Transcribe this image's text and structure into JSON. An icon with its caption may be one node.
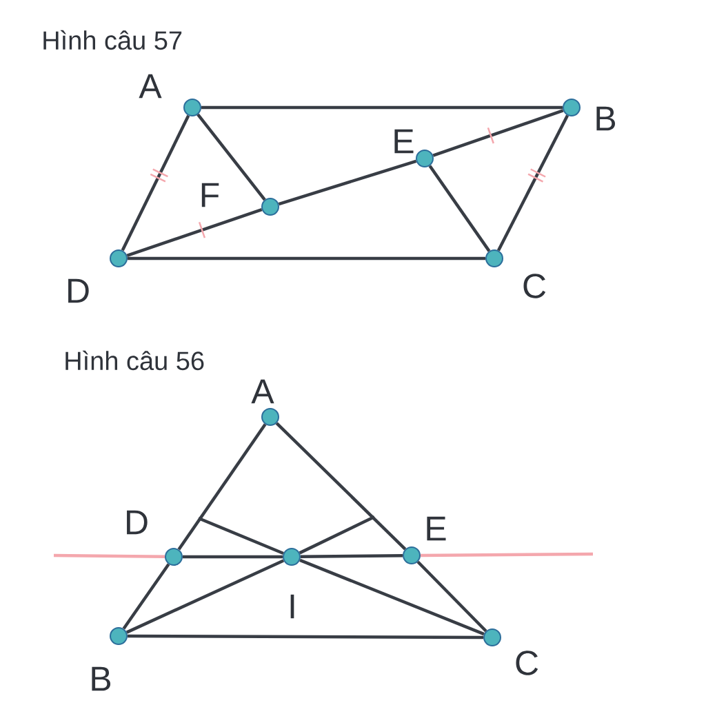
{
  "diagram": {
    "nodes": [
      {
        "text": [],
        "shape": "circle",
        "beside": [
          "A"
        ]
      },
      {
        "text": [],
        "shape": "circle",
        "beside": [
          "B"
        ]
      },
      {
        "text": [],
        "shape": "circle",
        "beside": [
          "E"
        ]
      },
      {
        "text": [],
        "shape": "circle",
        "beside": [
          "F"
        ]
      },
      {
        "text": [],
        "shape": "circle",
        "beside": [
          "D"
        ]
      },
      {
        "text": [],
        "shape": "circle",
        "beside": [
          "C"
        ]
      },
      {
        "text": [],
        "shape": "circle",
        "beside": [
          "A"
        ]
      },
      {
        "text": [],
        "shape": "circle",
        "beside": [
          "D"
        ]
      },
      {
        "text": [],
        "shape": "circle",
        "beside": [
          "I"
        ]
      },
      {
        "text": [],
        "shape": "circle",
        "beside": [
          "E"
        ]
      },
      {
        "text": [],
        "shape": "circle",
        "beside": [
          "B"
        ]
      },
      {
        "text": [],
        "shape": "circle",
        "beside": [
          "C"
        ]
      }
    ],
    "edges": [
      {
        "from": 0,
        "to": 1,
        "arrow": "none"
      },
      {
        "from": 0,
        "to": 4,
        "arrow": "none"
      },
      {
        "from": 1,
        "to": 5,
        "arrow": "none"
      },
      {
        "from": 4,
        "to": 5,
        "arrow": "none"
      },
      {
        "from": 4,
        "to": 3,
        "arrow": "none"
      },
      {
        "from": 3,
        "to": 2,
        "arrow": "none"
      },
      {
        "from": 2,
        "to": 1,
        "arrow": "none"
      },
      {
        "from": 0,
        "to": 3,
        "arrow": "none"
      },
      {
        "from": 2,
        "to": 5,
        "arrow": "none"
      },
      {
        "from": null,
        "to": 7,
        "arrow": "none",
        "color": "#f4a7ad"
      },
      {
        "from": 9,
        "to": null,
        "arrow": "none",
        "color": "#f4a7ad"
      },
      {
        "from": 6,
        "to": 7,
        "arrow": "none"
      },
      {
        "from": 7,
        "to": 10,
        "arrow": "none"
      },
      {
        "from": 6,
        "to": 9,
        "arrow": "none"
      },
      {
        "from": 9,
        "to": 11,
        "arrow": "none"
      },
      {
        "from": 10,
        "to": 11,
        "arrow": "none"
      },
      {
        "from": 7,
        "to": 8,
        "arrow": "none"
      },
      {
        "from": 8,
        "to": 9,
        "arrow": "none"
      },
      {
        "from": 10,
        "to": 8,
        "arrow": "none"
      },
      {
        "from": 8,
        "to": null,
        "arrow": "none"
      },
      {
        "from": 11,
        "to": 8,
        "arrow": "none"
      },
      {
        "from": 8,
        "to": null,
        "arrow": "none"
      }
    ],
    "labels": [
      "Hình câu 57",
      "Hình câu 56"
    ]
  }
}
